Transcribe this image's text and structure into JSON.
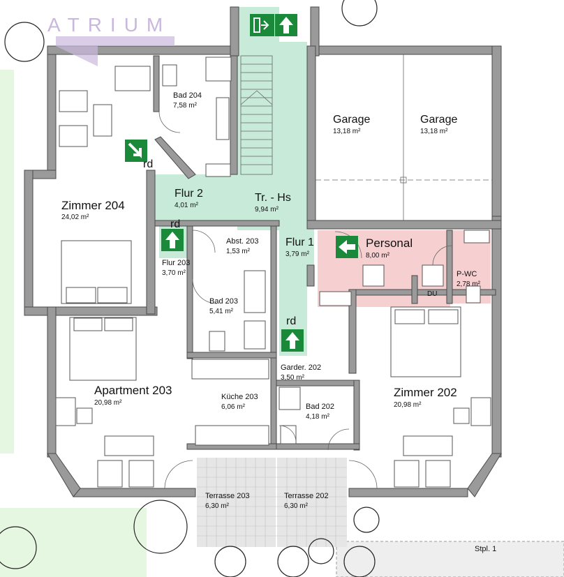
{
  "logo": "ATRIUM",
  "rooms": {
    "bad204": {
      "name": "Bad 204",
      "area": "7,58 m²"
    },
    "garage1": {
      "name": "Garage",
      "area": "13,18 m²"
    },
    "garage2": {
      "name": "Garage",
      "area": "13,18 m²"
    },
    "zimmer204": {
      "name": "Zimmer 204",
      "area": "24,02 m²"
    },
    "flur2": {
      "name": "Flur 2",
      "area": "4,01 m²"
    },
    "trhs": {
      "name": "Tr. - Hs",
      "area": "9,94 m²"
    },
    "flur203": {
      "name": "Flur 203",
      "area": "3,70 m²"
    },
    "abst203": {
      "name": "Abst. 203",
      "area": "1,53 m²"
    },
    "flur1": {
      "name": "Flur 1",
      "area": "3,79 m²"
    },
    "personal": {
      "name": "Personal",
      "area": "8,00 m²"
    },
    "pwc": {
      "name": "P-WC",
      "area": "2,78 m²"
    },
    "du": {
      "name": "DU"
    },
    "bad203": {
      "name": "Bad 203",
      "area": "5,41 m²"
    },
    "garder202": {
      "name": "Garder. 202",
      "area": "3,50 m²"
    },
    "apartment203": {
      "name": "Apartment 203",
      "area": "20,98 m²"
    },
    "kueche203": {
      "name": "Küche 203",
      "area": "6,06 m²"
    },
    "bad202": {
      "name": "Bad 202",
      "area": "4,18 m²"
    },
    "zimmer202": {
      "name": "Zimmer 202",
      "area": "20,98 m²"
    },
    "terrasse203": {
      "name": "Terrasse 203",
      "area": "6,30 m²"
    },
    "terrasse202": {
      "name": "Terrasse 202",
      "area": "6,30 m²"
    }
  },
  "rd_labels": [
    "rd",
    "rd",
    "rd"
  ],
  "parking": "Stpl. 1",
  "colors": {
    "escape_route": "#c8ebd9",
    "staff_area": "#f6cfd1",
    "terrace": "#e3e3e3",
    "lawn": "#e6f7e1",
    "sign": "#1a8a3a",
    "wall": "#9a9a9a",
    "logo": "#c9b8dd"
  },
  "icons": [
    "emergency-exit-icon",
    "arrow-up-icon",
    "arrow-down-right-icon",
    "arrow-left-icon"
  ]
}
